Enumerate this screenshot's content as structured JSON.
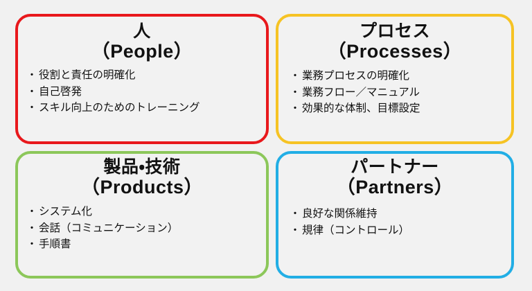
{
  "diagram": {
    "background_color": "#f1f1f1",
    "panel_fill_color": "#f2f2f2",
    "text_color": "#111111",
    "bullet_glyph": "・"
  },
  "quadrants": [
    {
      "key": "people",
      "title_ja": "人",
      "title_en": "（People）",
      "accent_color": "#E8181C",
      "bullets": [
        "役割と責任の明確化",
        "自己啓発",
        "スキル向上のためのトレーニング"
      ]
    },
    {
      "key": "processes",
      "title_ja": "プロセス",
      "title_en": "（Processes）",
      "accent_color": "#F6C324",
      "bullets": [
        "業務プロセスの明確化",
        "業務フロー／マニュアル",
        "効果的な体制、目標設定"
      ]
    },
    {
      "key": "products",
      "title_ja": "製品・技術",
      "title_en": "（Products）",
      "accent_color": "#8CC75A",
      "bullets": [
        "システム化",
        "会話（コミュニケーション）",
        "手順書"
      ]
    },
    {
      "key": "partners",
      "title_ja": "パートナー",
      "title_en": "（Partners）",
      "accent_color": "#22AEE5",
      "bullets": [
        "良好な関係維持",
        "規律（コントロール）"
      ]
    }
  ]
}
